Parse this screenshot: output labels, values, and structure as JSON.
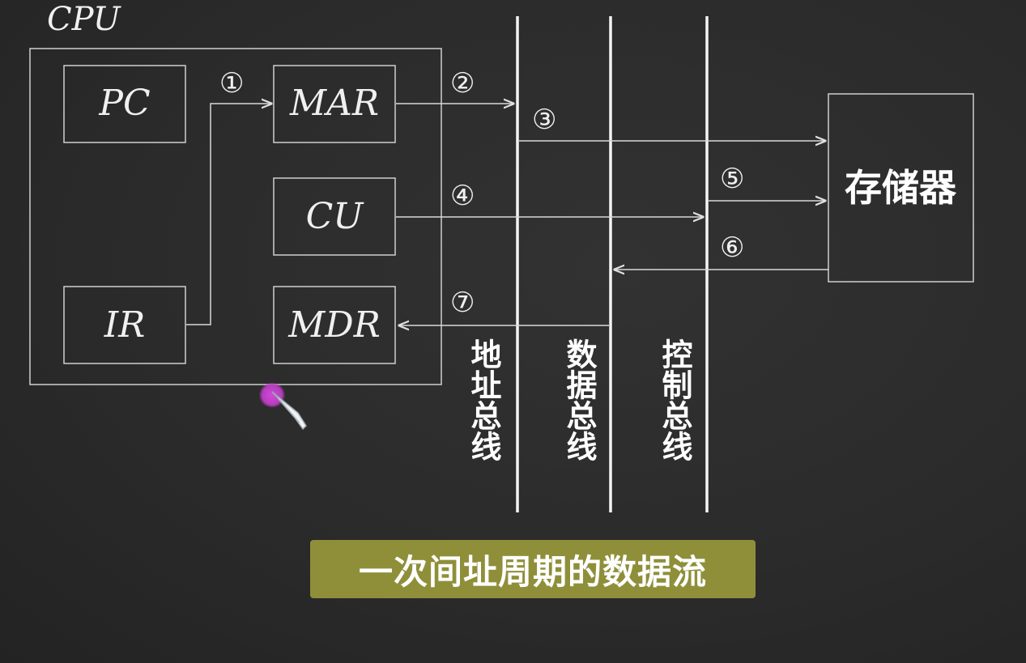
{
  "diagram": {
    "cpu_label": "CPU",
    "registers": {
      "pc": "PC",
      "mar": "MAR",
      "cu": "CU",
      "ir": "IR",
      "mdr": "MDR"
    },
    "memory_label": "存储器",
    "buses": {
      "address": "地址总线",
      "data": "数据总线",
      "control": "控制总线"
    },
    "steps": {
      "s1": "①",
      "s2": "②",
      "s3": "③",
      "s4": "④",
      "s5": "⑤",
      "s6": "⑥",
      "s7": "⑦"
    },
    "caption": "一次间址周期的数据流",
    "colors": {
      "background": "#2a2a2a",
      "line": "#d8d8d8",
      "caption_bg": "#8f8f3a",
      "cursor": "#c040c8"
    }
  }
}
